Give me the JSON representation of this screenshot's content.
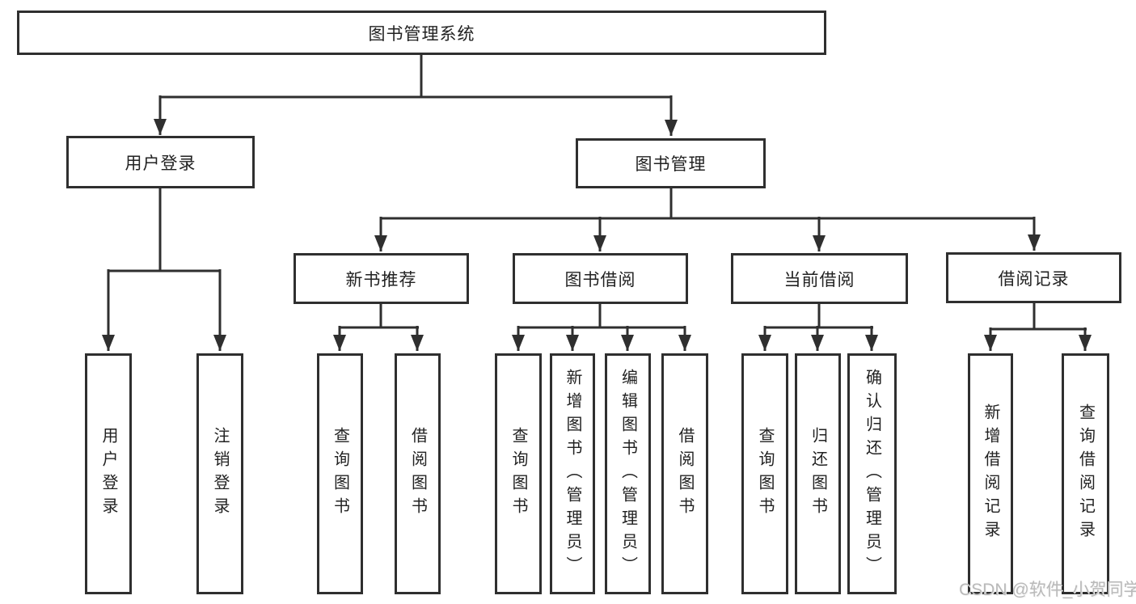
{
  "diagram_title": "图书管理系统",
  "watermark": "CSDN @软件_小贺同学",
  "colors": {
    "line": "#2f2f2f",
    "box_border": "#2f2f2f",
    "text": "#222222",
    "watermark": "#b9b9b9",
    "background": "#ffffff"
  },
  "tree": {
    "root": {
      "label": "图书管理系统",
      "children": [
        {
          "label": "用户登录",
          "children": [
            {
              "label": "用户登录"
            },
            {
              "label": "注销登录"
            }
          ]
        },
        {
          "label": "图书管理",
          "children": [
            {
              "label": "新书推荐",
              "children": [
                {
                  "label": "查询图书"
                },
                {
                  "label": "借阅图书"
                }
              ]
            },
            {
              "label": "图书借阅",
              "children": [
                {
                  "label": "查询图书"
                },
                {
                  "label": "新增图书（管理员）"
                },
                {
                  "label": "编辑图书（管理员）"
                },
                {
                  "label": "借阅图书"
                }
              ]
            },
            {
              "label": "当前借阅",
              "children": [
                {
                  "label": "查询图书"
                },
                {
                  "label": "归还图书"
                },
                {
                  "label": "确认归还（管理员）"
                }
              ]
            },
            {
              "label": "借阅记录",
              "children": [
                {
                  "label": "新增借阅记录"
                },
                {
                  "label": "查询借阅记录"
                }
              ]
            }
          ]
        }
      ]
    }
  }
}
